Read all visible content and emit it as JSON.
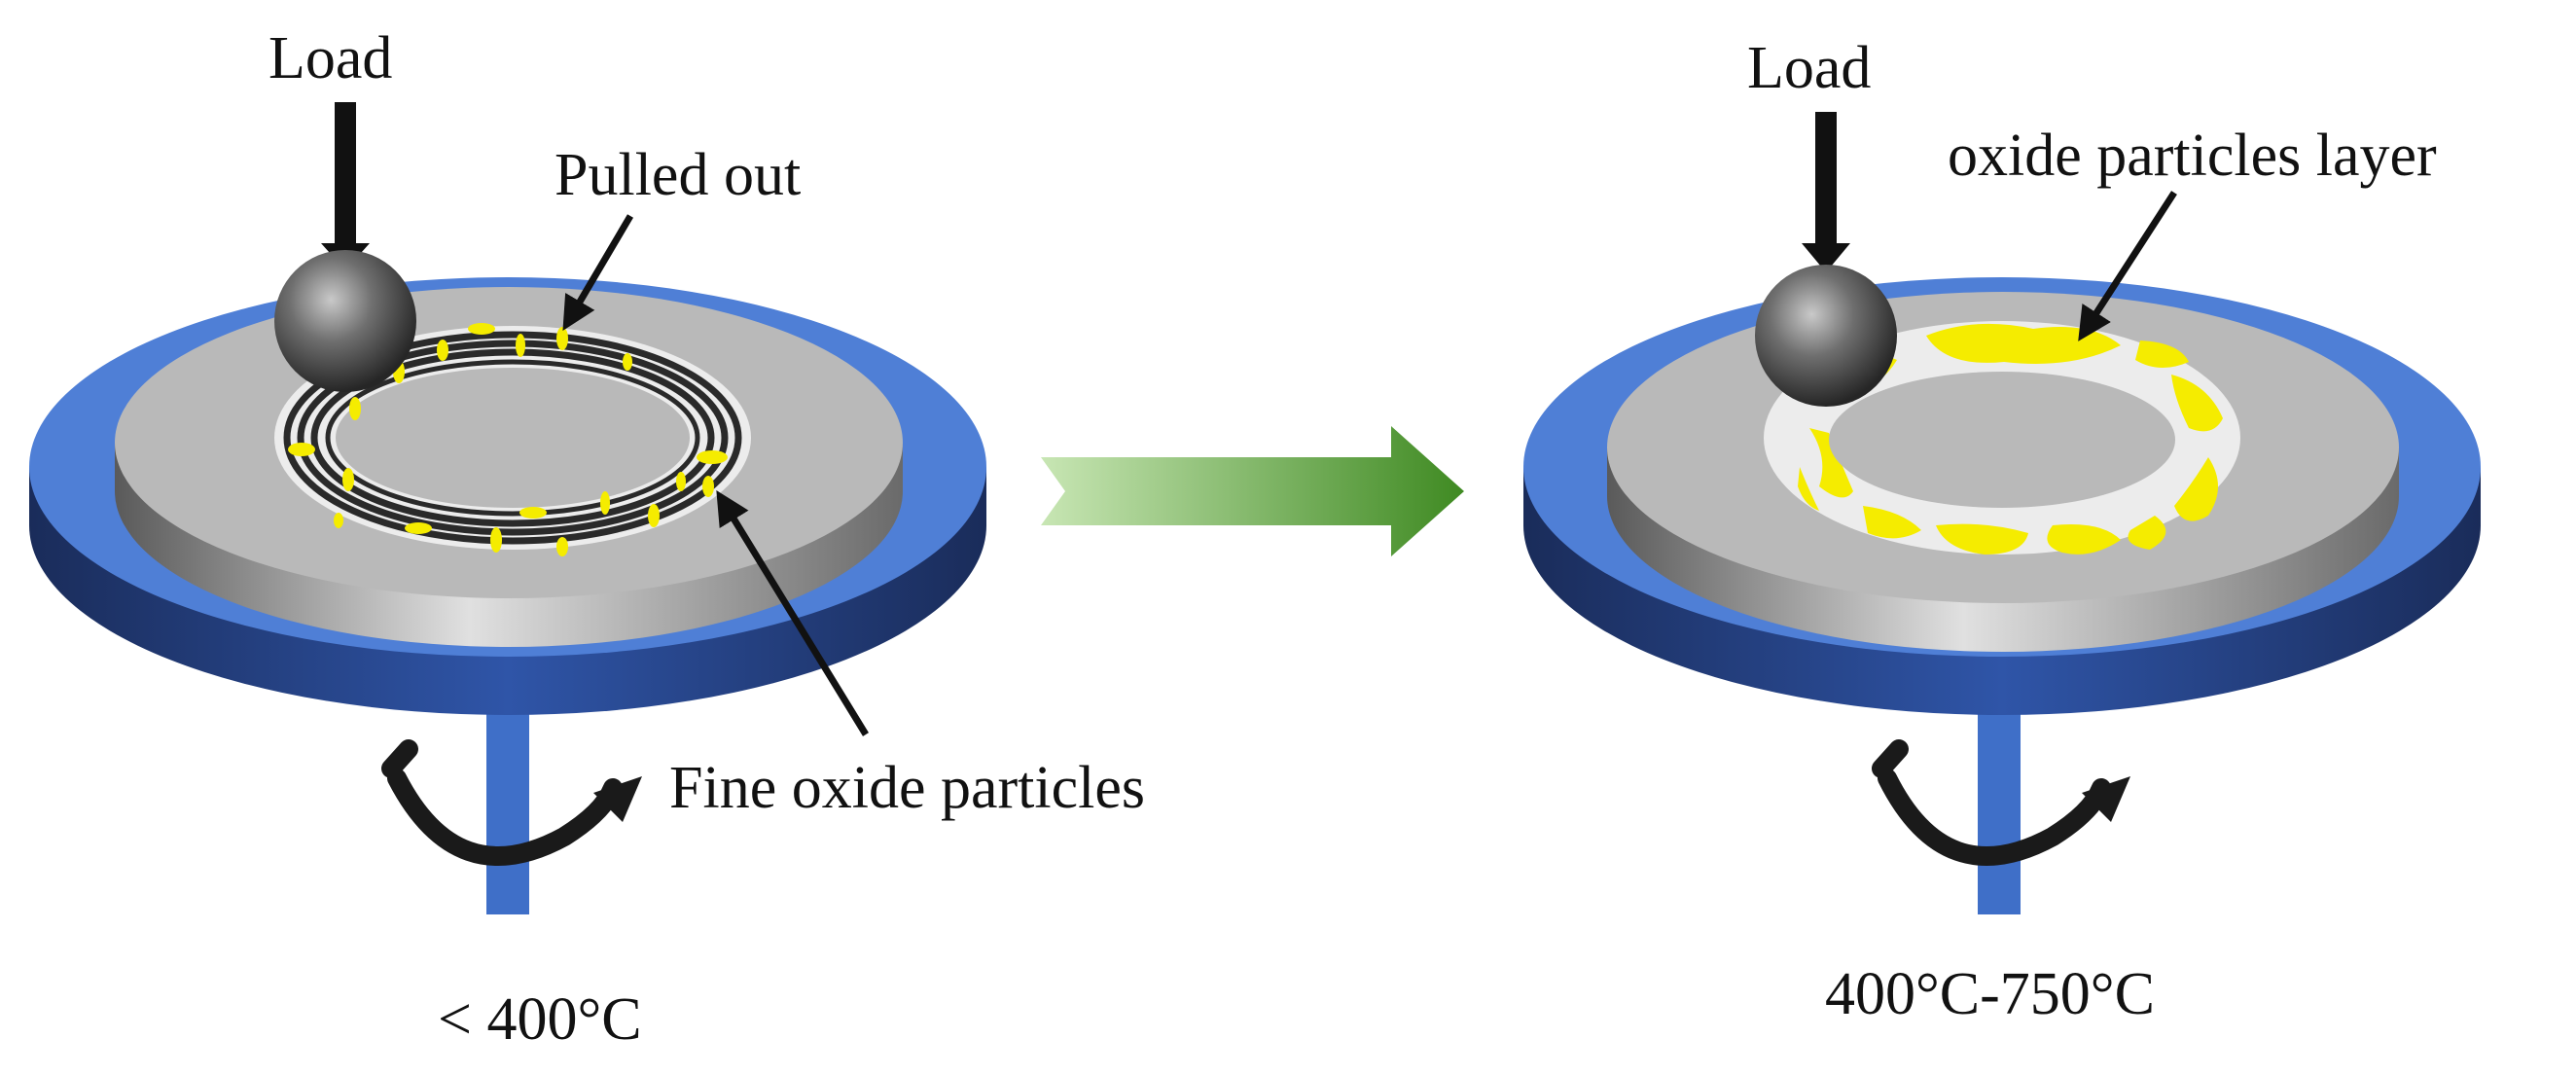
{
  "left_panel": {
    "load_label": "Load",
    "pulled_out_label": "Pulled out",
    "fine_particles_label": "Fine oxide particles",
    "temperature_label": "< 400°C"
  },
  "right_panel": {
    "load_label": "Load",
    "layer_label": "oxide particles layer",
    "temperature_label": "400°C-750°C"
  },
  "colors": {
    "disk_blue": "#4f7fd6",
    "disk_blue_dark": "#1f3a78",
    "specimen_gray": "#b9b9b9",
    "wear_track": "#ececec",
    "oxide_yellow": "#f5ec00",
    "arrow_green": "#4e9a2c",
    "shaft_blue": "#3f6fc8"
  },
  "icons": {
    "ball": "steel-ball-icon",
    "rotation": "rotation-arrow-icon",
    "transition": "right-arrow-icon"
  }
}
